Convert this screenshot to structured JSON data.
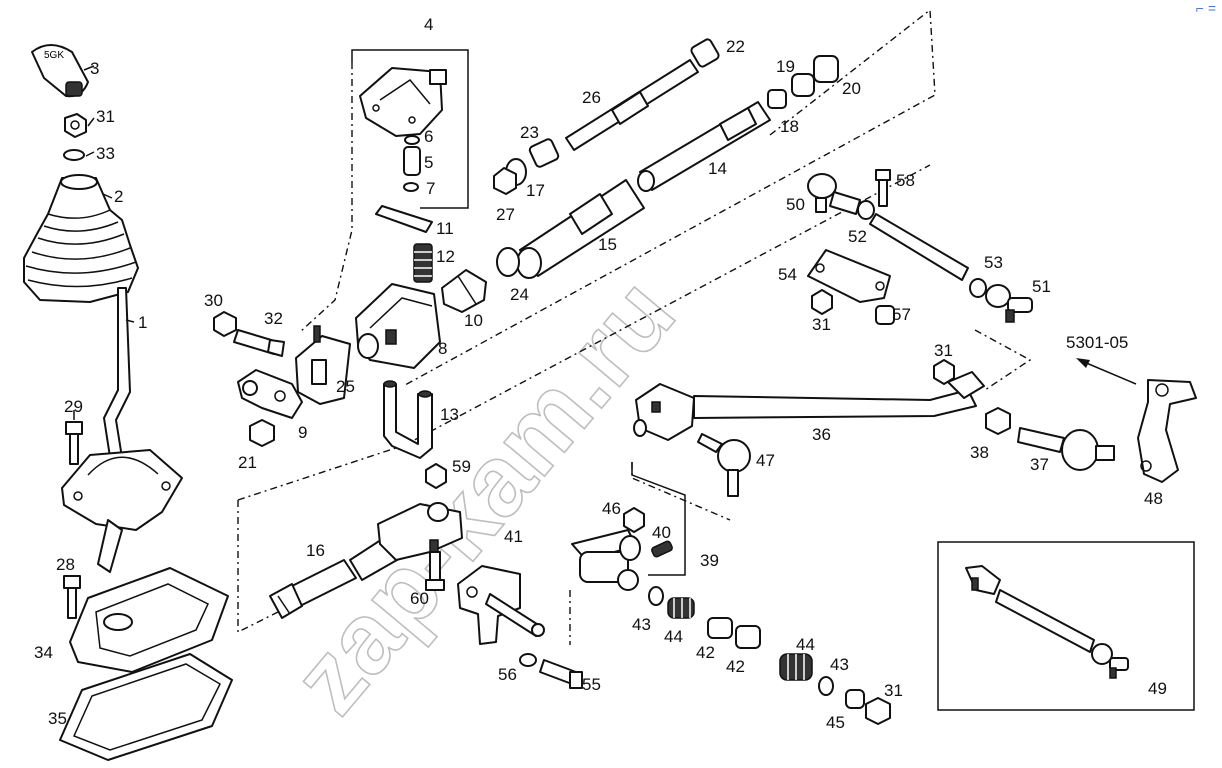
{
  "diagram": {
    "labels": {
      "p1": "1",
      "p2": "2",
      "p3": "3",
      "p4": "4",
      "p5": "5",
      "p6": "6",
      "p7": "7",
      "p8": "8",
      "p9": "9",
      "p10": "10",
      "p11": "11",
      "p12": "12",
      "p13": "13",
      "p14": "14",
      "p15": "15",
      "p16": "16",
      "p17": "17",
      "p18": "18",
      "p19": "19",
      "p20": "20",
      "p21": "21",
      "p22": "22",
      "p23": "23",
      "p24": "24",
      "p25": "25",
      "p26": "26",
      "p27": "27",
      "p28": "28",
      "p29": "29",
      "p30": "30",
      "p31a": "31",
      "p31b": "31",
      "p31c": "31",
      "p31d": "31",
      "p32": "32",
      "p33": "33",
      "p34": "34",
      "p35": "35",
      "p36": "36",
      "p37": "37",
      "p38": "38",
      "p39": "39",
      "p40": "40",
      "p41": "41",
      "p42a": "42",
      "p42b": "42",
      "p43a": "43",
      "p43b": "43",
      "p44a": "44",
      "p44b": "44",
      "p45": "45",
      "p46": "46",
      "p47": "47",
      "p48": "48",
      "p49": "49",
      "p50": "50",
      "p51": "51",
      "p52": "52",
      "p53": "53",
      "p54": "54",
      "p55": "55",
      "p56": "56",
      "p57": "57",
      "p58": "58",
      "p59": "59",
      "p60": "60",
      "ref": "5301-05",
      "knob_text": "5GK"
    },
    "watermark": "zap-kam.ru",
    "corner_mark": "⌐ ="
  }
}
